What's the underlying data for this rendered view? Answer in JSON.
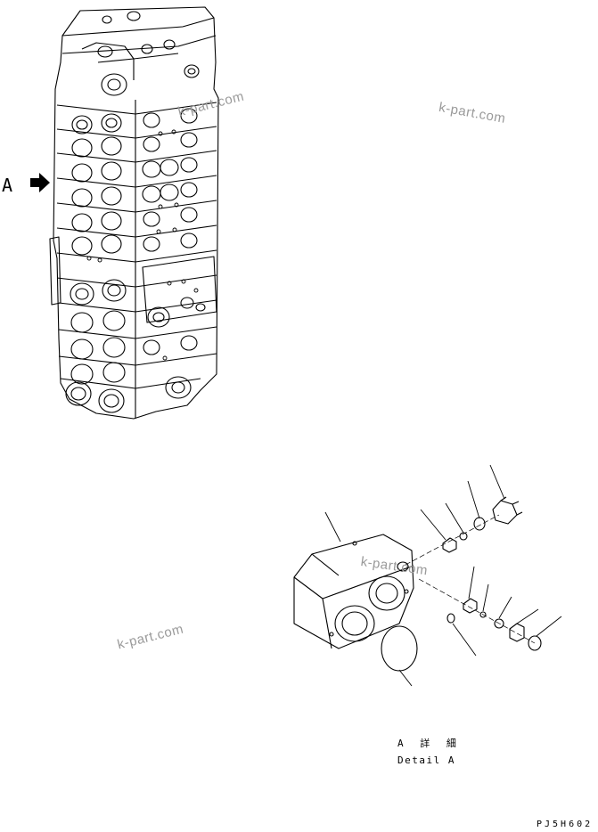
{
  "callout": {
    "letter": "A"
  },
  "detail": {
    "label_jp": "A 詳 細",
    "label_en": "Detail A"
  },
  "drawing_code": "PJ5H602",
  "watermark": {
    "text": "k-part.com"
  },
  "colors": {
    "line": "#000000",
    "watermark": "#9a9a9a",
    "background": "#ffffff"
  },
  "icons": {
    "arrow": "right-arrow-icon"
  }
}
